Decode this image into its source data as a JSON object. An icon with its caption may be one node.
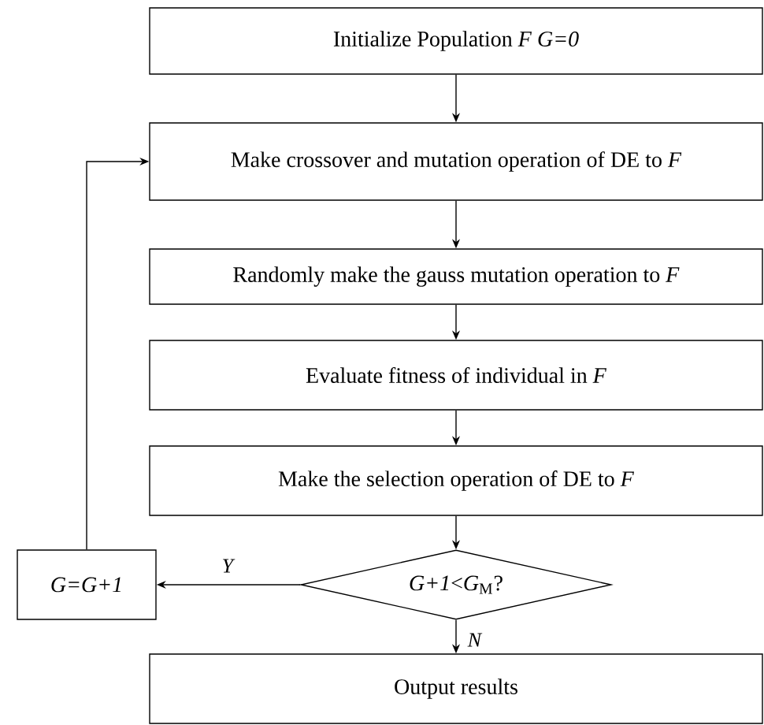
{
  "diagram": {
    "nodes": [
      {
        "text": [
          "Initialize Population *F* *G=0*"
        ]
      },
      {
        "text": [
          "Make crossover and mutation operation of DE to *F*"
        ]
      },
      {
        "text": [
          "Randomly make the gauss mutation operation to *F*"
        ]
      },
      {
        "text": [
          "Evaluate fitness of individual in *F*"
        ]
      },
      {
        "text": [
          "Make the selection operation of DE to *F*"
        ]
      },
      {
        "text": [
          "*G+1*<*G*$_{M}$?"
        ]
      },
      {
        "text": [
          "*G=G+1*"
        ]
      },
      {
        "text": [
          "Output results"
        ]
      }
    ],
    "edges": [
      {
        "from": 0,
        "to": 1,
        "arrow": "to"
      },
      {
        "from": 1,
        "to": 2,
        "arrow": "to"
      },
      {
        "from": 2,
        "to": 3,
        "arrow": "to"
      },
      {
        "from": 3,
        "to": 4,
        "arrow": "to"
      },
      {
        "from": 4,
        "to": 5,
        "arrow": "to"
      },
      {
        "from": 5,
        "to": 6,
        "arrow": "to",
        "label": "*Y*"
      },
      {
        "from": 5,
        "to": 7,
        "arrow": "to",
        "label": "*N*"
      },
      {
        "from": 6,
        "to": 1,
        "arrow": "to"
      }
    ]
  }
}
